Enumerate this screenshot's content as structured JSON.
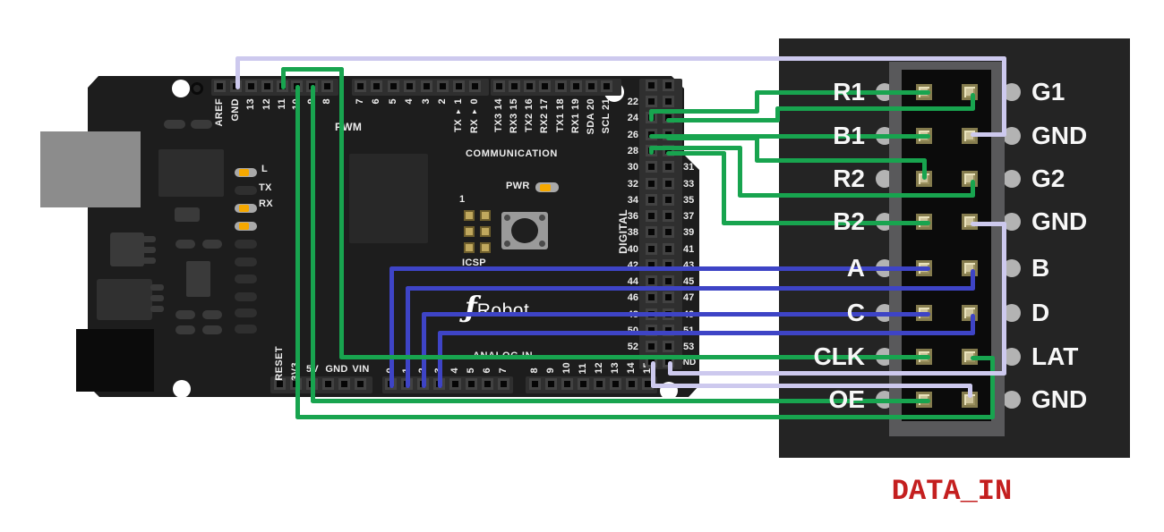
{
  "board": {
    "top_pins_left": [
      "AREF",
      "GND",
      "13",
      "12",
      "11",
      "10",
      "9",
      "8"
    ],
    "pwm_label": "PWM",
    "top_pins_mid": [
      "7",
      "6",
      "5",
      "4",
      "3",
      "2",
      "1",
      "0"
    ],
    "tx_label": "TX",
    "rx_label": "RX",
    "tx_mark": "▲",
    "rx_mark": "▲",
    "comm_pins": [
      "TX3 14",
      "RX3 15",
      "TX2 16",
      "RX2 17",
      "TX1 18",
      "RX1 19",
      "SDA 20",
      "SCL 21"
    ],
    "communication_label": "COMMUNICATION",
    "pwr_label": "PWR",
    "icsp_index_label": "1",
    "icsp_label": "ICSP",
    "logo_f": "ƒ",
    "logo_text": "Robot",
    "digital_label": "DIGITAL",
    "digital_left": [
      "22",
      "24",
      "26",
      "28",
      "30",
      "32",
      "34",
      "36",
      "38",
      "40",
      "42",
      "44",
      "46",
      "48",
      "50",
      "52"
    ],
    "digital_right": [
      "31",
      "33",
      "35",
      "37",
      "39",
      "41",
      "43",
      "45",
      "47",
      "49",
      "51",
      "53"
    ],
    "digital_gnd_label": "GND",
    "power_pins": [
      "RESET",
      "3V3",
      "5V",
      "GND",
      "VIN"
    ],
    "analog_label": "ANALOG IN",
    "analog_pins_low": [
      "0",
      "1",
      "2",
      "3",
      "4",
      "5",
      "6",
      "7"
    ],
    "analog_pins_high": [
      "8",
      "9",
      "10",
      "11",
      "12",
      "13",
      "14",
      "15"
    ],
    "led_labels": [
      "L",
      "TX",
      "RX"
    ]
  },
  "connector": {
    "left_pins": [
      "R1",
      "B1",
      "R2",
      "B2",
      "A",
      "C",
      "CLK",
      "OE"
    ],
    "right_pins": [
      "G1",
      "GND",
      "G2",
      "GND",
      "B",
      "D",
      "LAT",
      "GND"
    ],
    "caption": "DATA_IN"
  },
  "wires": [
    {
      "name": "a0_a",
      "from": "Analog 0",
      "to": "A",
      "color": "blue"
    },
    {
      "name": "a1_b",
      "from": "Analog 1",
      "to": "B",
      "color": "blue"
    },
    {
      "name": "a2_c",
      "from": "Analog 2",
      "to": "C",
      "color": "blue"
    },
    {
      "name": "a3_d",
      "from": "Analog 3",
      "to": "D",
      "color": "blue"
    },
    {
      "name": "d24_r1",
      "from": "Digital 24",
      "to": "R1",
      "color": "green"
    },
    {
      "name": "d25_g1",
      "from": "Digital 25",
      "to": "G1",
      "color": "green"
    },
    {
      "name": "d26_b1",
      "from": "Digital 26",
      "to": "B1",
      "color": "green"
    },
    {
      "name": "d27_r2",
      "from": "Digital 27",
      "to": "R2",
      "color": "green"
    },
    {
      "name": "d28_g2",
      "from": "Digital 28",
      "to": "G2",
      "color": "green"
    },
    {
      "name": "d29_b2",
      "from": "Digital 29",
      "to": "B2",
      "color": "green"
    },
    {
      "name": "d11_clk",
      "from": "Digital 11",
      "to": "CLK",
      "color": "green"
    },
    {
      "name": "d10_lat",
      "from": "Digital 10",
      "to": "LAT",
      "color": "green"
    },
    {
      "name": "d9_oe",
      "from": "Digital 9",
      "to": "OE",
      "color": "green"
    },
    {
      "name": "gnd_top_b1",
      "from": "GND (top header)",
      "to": "GND row 2",
      "color": "ground"
    },
    {
      "name": "gnd_bot_b2",
      "from": "GND (bottom header)",
      "to": "GND row 4",
      "color": "ground"
    },
    {
      "name": "gnd_bot_oe",
      "from": "GND (bottom header)",
      "to": "GND row 8",
      "color": "ground"
    }
  ],
  "colors": {
    "green": "#18a44f",
    "blue": "#3e44c6",
    "ground": "#cdc9ee",
    "caption": "#c41f1f",
    "led_orange": "#f5a800"
  }
}
